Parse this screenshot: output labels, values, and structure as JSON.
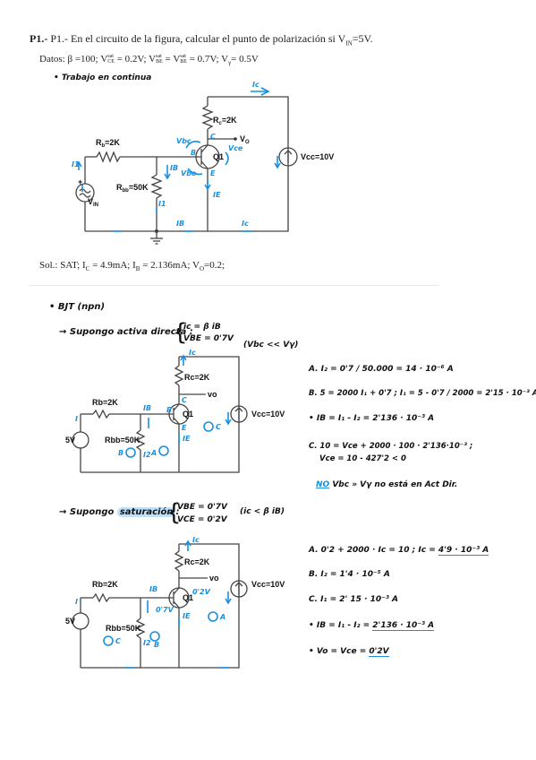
{
  "problem": {
    "title": "P1.- En el circuito de la figura,  calcular el punto de polarización si V",
    "title_sub": "IN",
    "title_end": "=5V.",
    "datos_label": "Datos: β =100;",
    "datos_vce": "V",
    "datos_vce_sup": "sat",
    "datos_vce_sub": "CE",
    "datos_vce_val": "= 0.2V;",
    "datos_vbe": "V",
    "datos_vbe_sup": "sat",
    "datos_vbe_sub": "BE",
    "datos_eq": "=",
    "datos_vbe2_val": "= 0.7V; V",
    "datos_vy_sub": "γ",
    "datos_vy_val": "= 0.5V",
    "trabajo_note": "• Trabajo en continua",
    "solution": "Sol.: SAT; I",
    "solution_c": "C",
    "solution_mid": " = 4.9mA; I",
    "solution_b": "B",
    "solution_mid2": " = 2.136mA; V",
    "solution_o": "O",
    "solution_end": "=0.2;"
  },
  "circuit": {
    "rc": "R",
    "rc_sub": "c",
    "rc_val": "=2K",
    "rb": "R",
    "rb_sub": "b",
    "rb_val": "=2K",
    "rbb": "R",
    "rbb_sub": "bb",
    "rbb_val": "=50K",
    "vcc": "Vcc=10V",
    "vin": "V",
    "vin_sub": "IN",
    "q1": "Q1",
    "vo": "V",
    "vo_sub": "O",
    "ic": "Ic",
    "ib": "IB",
    "i1": "I1",
    "ie": "IE",
    "ib2": "IB",
    "ic2": "Ic",
    "i_in": "I1",
    "vbc": "Vbc",
    "vce": "Vce",
    "vbe": "Vbe",
    "node_b": "B",
    "node_c": "C",
    "node_e": "E",
    "plus": "+",
    "minus": "-"
  },
  "notes": {
    "bjt": "• BJT (npn)",
    "case1_label": "→ Supongo activa directa :",
    "case1_eq1": "ic = β iB",
    "case1_eq2": "VBE = 0'7V",
    "case1_cond": "(Vbc << Vγ)",
    "case1_a": "A.  I₂ =  0'7 / 50.000  = 14 · 10⁻⁶ A",
    "case1_b": "B.  5 = 2000 I₁ + 0'7 ;  I₁ =  5 - 0'7 / 2000  = 2'15 · 10⁻³ A",
    "case1_c": "•  IB = I₁ - I₂ = 2'136 · 10⁻³ A",
    "case1_d": "C.  10 = Vce + 2000 · 100 · 2'136·10⁻³ ;",
    "case1_e": "Vce = 10 - 427'2 < 0",
    "case1_no": "NO",
    "case1_no_rest": " Vbc » Vγ  no está en Act Dir.",
    "case2_label": "→ Supongo",
    "case2_sat": "saturación",
    "case2_colon": ":",
    "case2_eq1": "VBE = 0'7V",
    "case2_eq2": "VCE = 0'2V",
    "case2_cond": "(ic < β iB)",
    "case2_a": "A.   0'2 + 2000 · Ic = 10 ;  Ic = ",
    "case2_a_res": "4'9 · 10⁻³ A",
    "case2_b": "B.  I₂ = 1'4 · 10⁻⁵ A",
    "case2_c": "C.  I₁ = 2' 15 · 10⁻³ A",
    "case2_d": "•  IB = I₁ - I₂ = ",
    "case2_d_res": "2'136 · 10⁻³ A",
    "case2_e": "•  Vo = Vce = ",
    "case2_e_res": "0'2V"
  },
  "mini1": {
    "rc": "Rc=2K",
    "rb": "Rb=2K",
    "rbb": "Rbb=50K",
    "vcc": "Vcc=10V",
    "vin": "5V",
    "q1": "Q1",
    "ic": "Ic",
    "ib": "IB",
    "i1": "I",
    "i2": "I2",
    "ie": "IE",
    "vo": "vo",
    "mesh_a": "A",
    "mesh_b": "B",
    "mesh_c": "C",
    "node_b": "B",
    "node_c": "C",
    "node_e": "E"
  },
  "mini2": {
    "rc": "Rc=2K",
    "rb": "Rb=2K",
    "rbb": "Rbb=50K",
    "vcc": "Vcc=10V",
    "vin": "5V",
    "q1": "Q1",
    "ic": "Ic",
    "ib": "IB",
    "i1": "I",
    "i2": "I2",
    "ie": "IE",
    "vo": "vo",
    "vbe": "0'7V",
    "vce": "0'2V",
    "mesh_a": "A",
    "mesh_b": "B",
    "mesh_c": "C"
  },
  "colors": {
    "accent": "#1a8fe0",
    "highlight": "#bfe0f7",
    "wire": "#444444"
  }
}
